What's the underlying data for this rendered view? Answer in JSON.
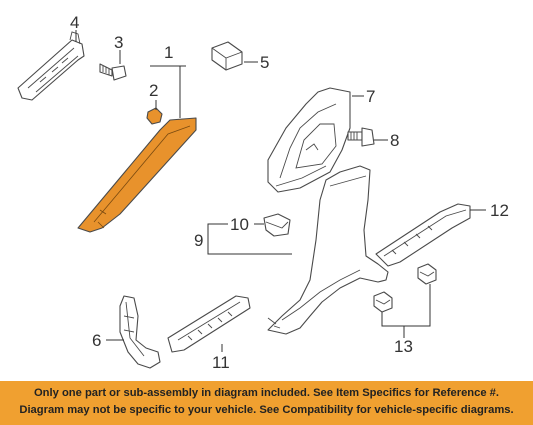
{
  "diagram": {
    "highlight_color": "#e8922c",
    "callouts": {
      "c1": "1",
      "c2": "2",
      "c3": "3",
      "c4": "4",
      "c5": "5",
      "c6": "6",
      "c7": "7",
      "c8": "8",
      "c9": "9",
      "c10": "10",
      "c11": "11",
      "c12": "12",
      "c13": "13"
    }
  },
  "notice": {
    "background_color": "#f0a030",
    "line1": "Only one part or sub-assembly in diagram included. See Item Specifics for Reference #.",
    "line2": "Diagram may not be specific to your vehicle. See Compatibility for vehicle-specific diagrams."
  }
}
